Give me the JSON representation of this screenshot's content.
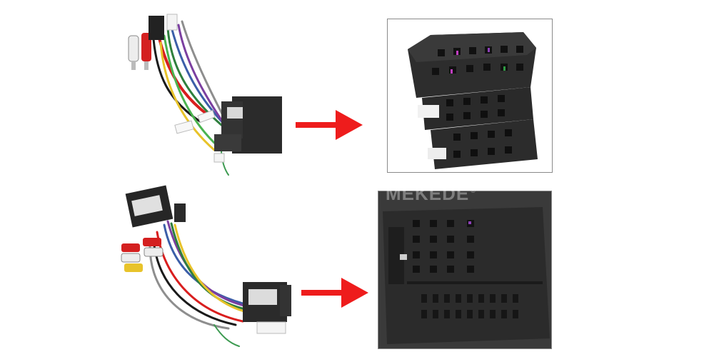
{
  "watermark": {
    "brand": "MEKEDE",
    "registered": "®"
  },
  "colors": {
    "arrow": "#ee1c1c",
    "connector": "#2e2e2e",
    "frame_border": "#8a8a8a"
  },
  "icons": {
    "top_harness": "wiring-harness-photo",
    "top_connector": "iso-connector-closeup",
    "bottom_harness": "wiring-harness-photo",
    "bottom_connector": "quadlock-connector-closeup",
    "arrow": "red-arrow-right"
  }
}
